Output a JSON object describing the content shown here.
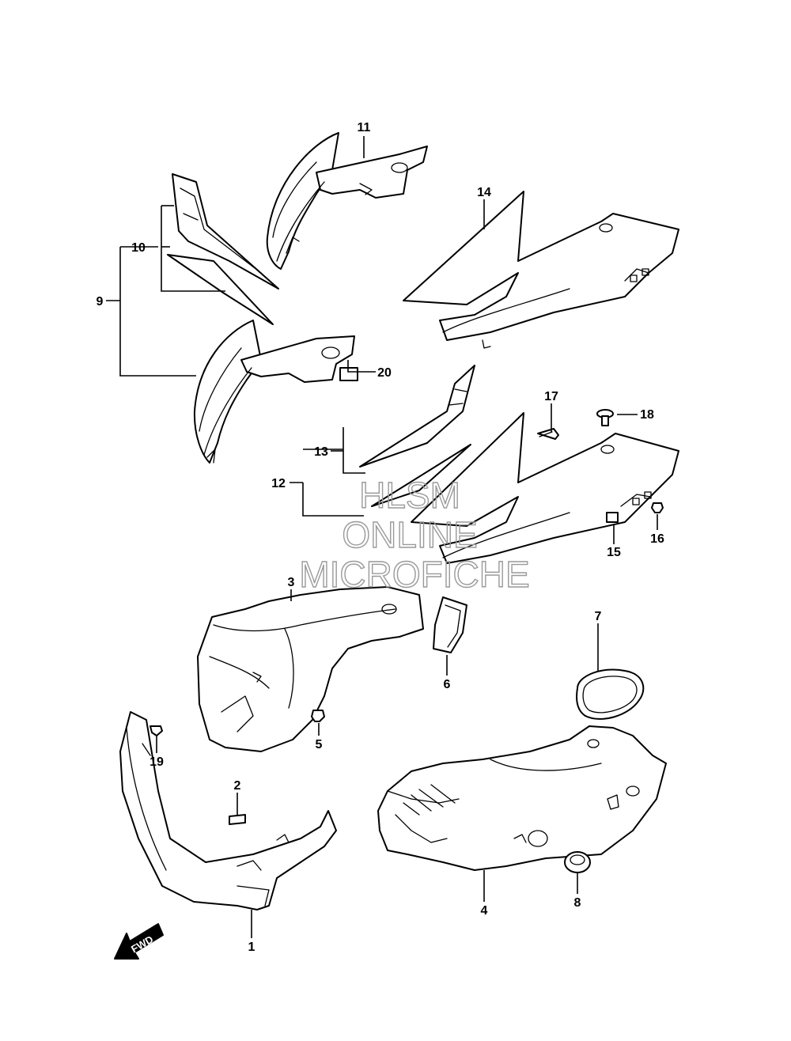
{
  "watermark": {
    "line1": "HLSM",
    "line2": "ONLINE",
    "line3": "MICROFICHE"
  },
  "direction_badge": {
    "label": "FWD"
  },
  "callouts": {
    "c1": "1",
    "c2": "2",
    "c3": "3",
    "c4": "4",
    "c5": "5",
    "c6": "6",
    "c7": "7",
    "c8": "8",
    "c9": "9",
    "c10": "10",
    "c11": "11",
    "c12": "12",
    "c13": "13",
    "c14": "14",
    "c15": "15",
    "c16": "16",
    "c17": "17",
    "c18": "18",
    "c19": "19",
    "c20": "20"
  },
  "colors": {
    "line": "#000000",
    "watermark": "#9a9a9a",
    "background": "#ffffff"
  }
}
